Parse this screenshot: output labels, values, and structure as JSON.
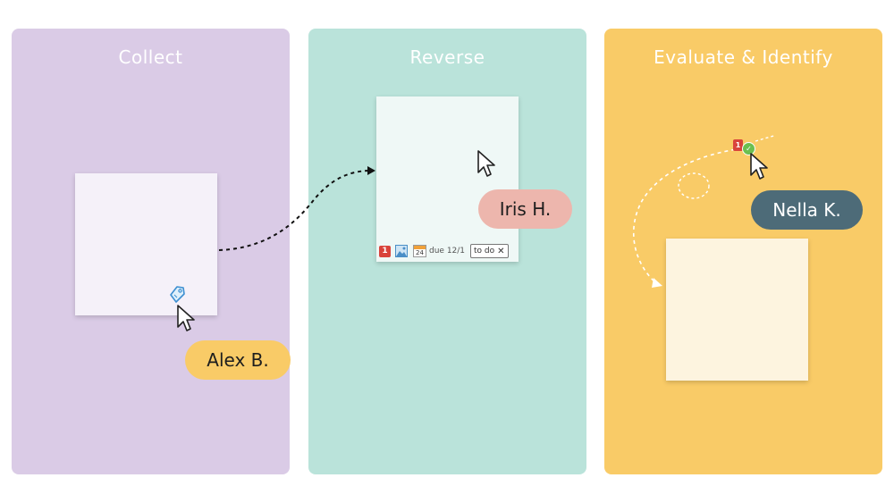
{
  "panels": [
    {
      "title": "Collect",
      "color": "#dacbe6"
    },
    {
      "title": "Reverse",
      "color": "#bae3da"
    },
    {
      "title": "Evaluate & Identify",
      "color": "#f9cb67"
    }
  ],
  "users": {
    "alex": {
      "name": "Alex B.",
      "color": "#f9cb67"
    },
    "iris": {
      "name": "Iris H.",
      "color": "#edb6ad"
    },
    "nella": {
      "name": "Nella K.",
      "color": "#4d6b78"
    }
  },
  "card_toolbar": {
    "count_badge": "1",
    "image_icon": "image-icon",
    "calendar_day": "24",
    "due_text": "due 12/1",
    "status_tag": "to do",
    "status_remove": "✕"
  },
  "evaluate_badges": {
    "count": "1",
    "check": "✓"
  }
}
